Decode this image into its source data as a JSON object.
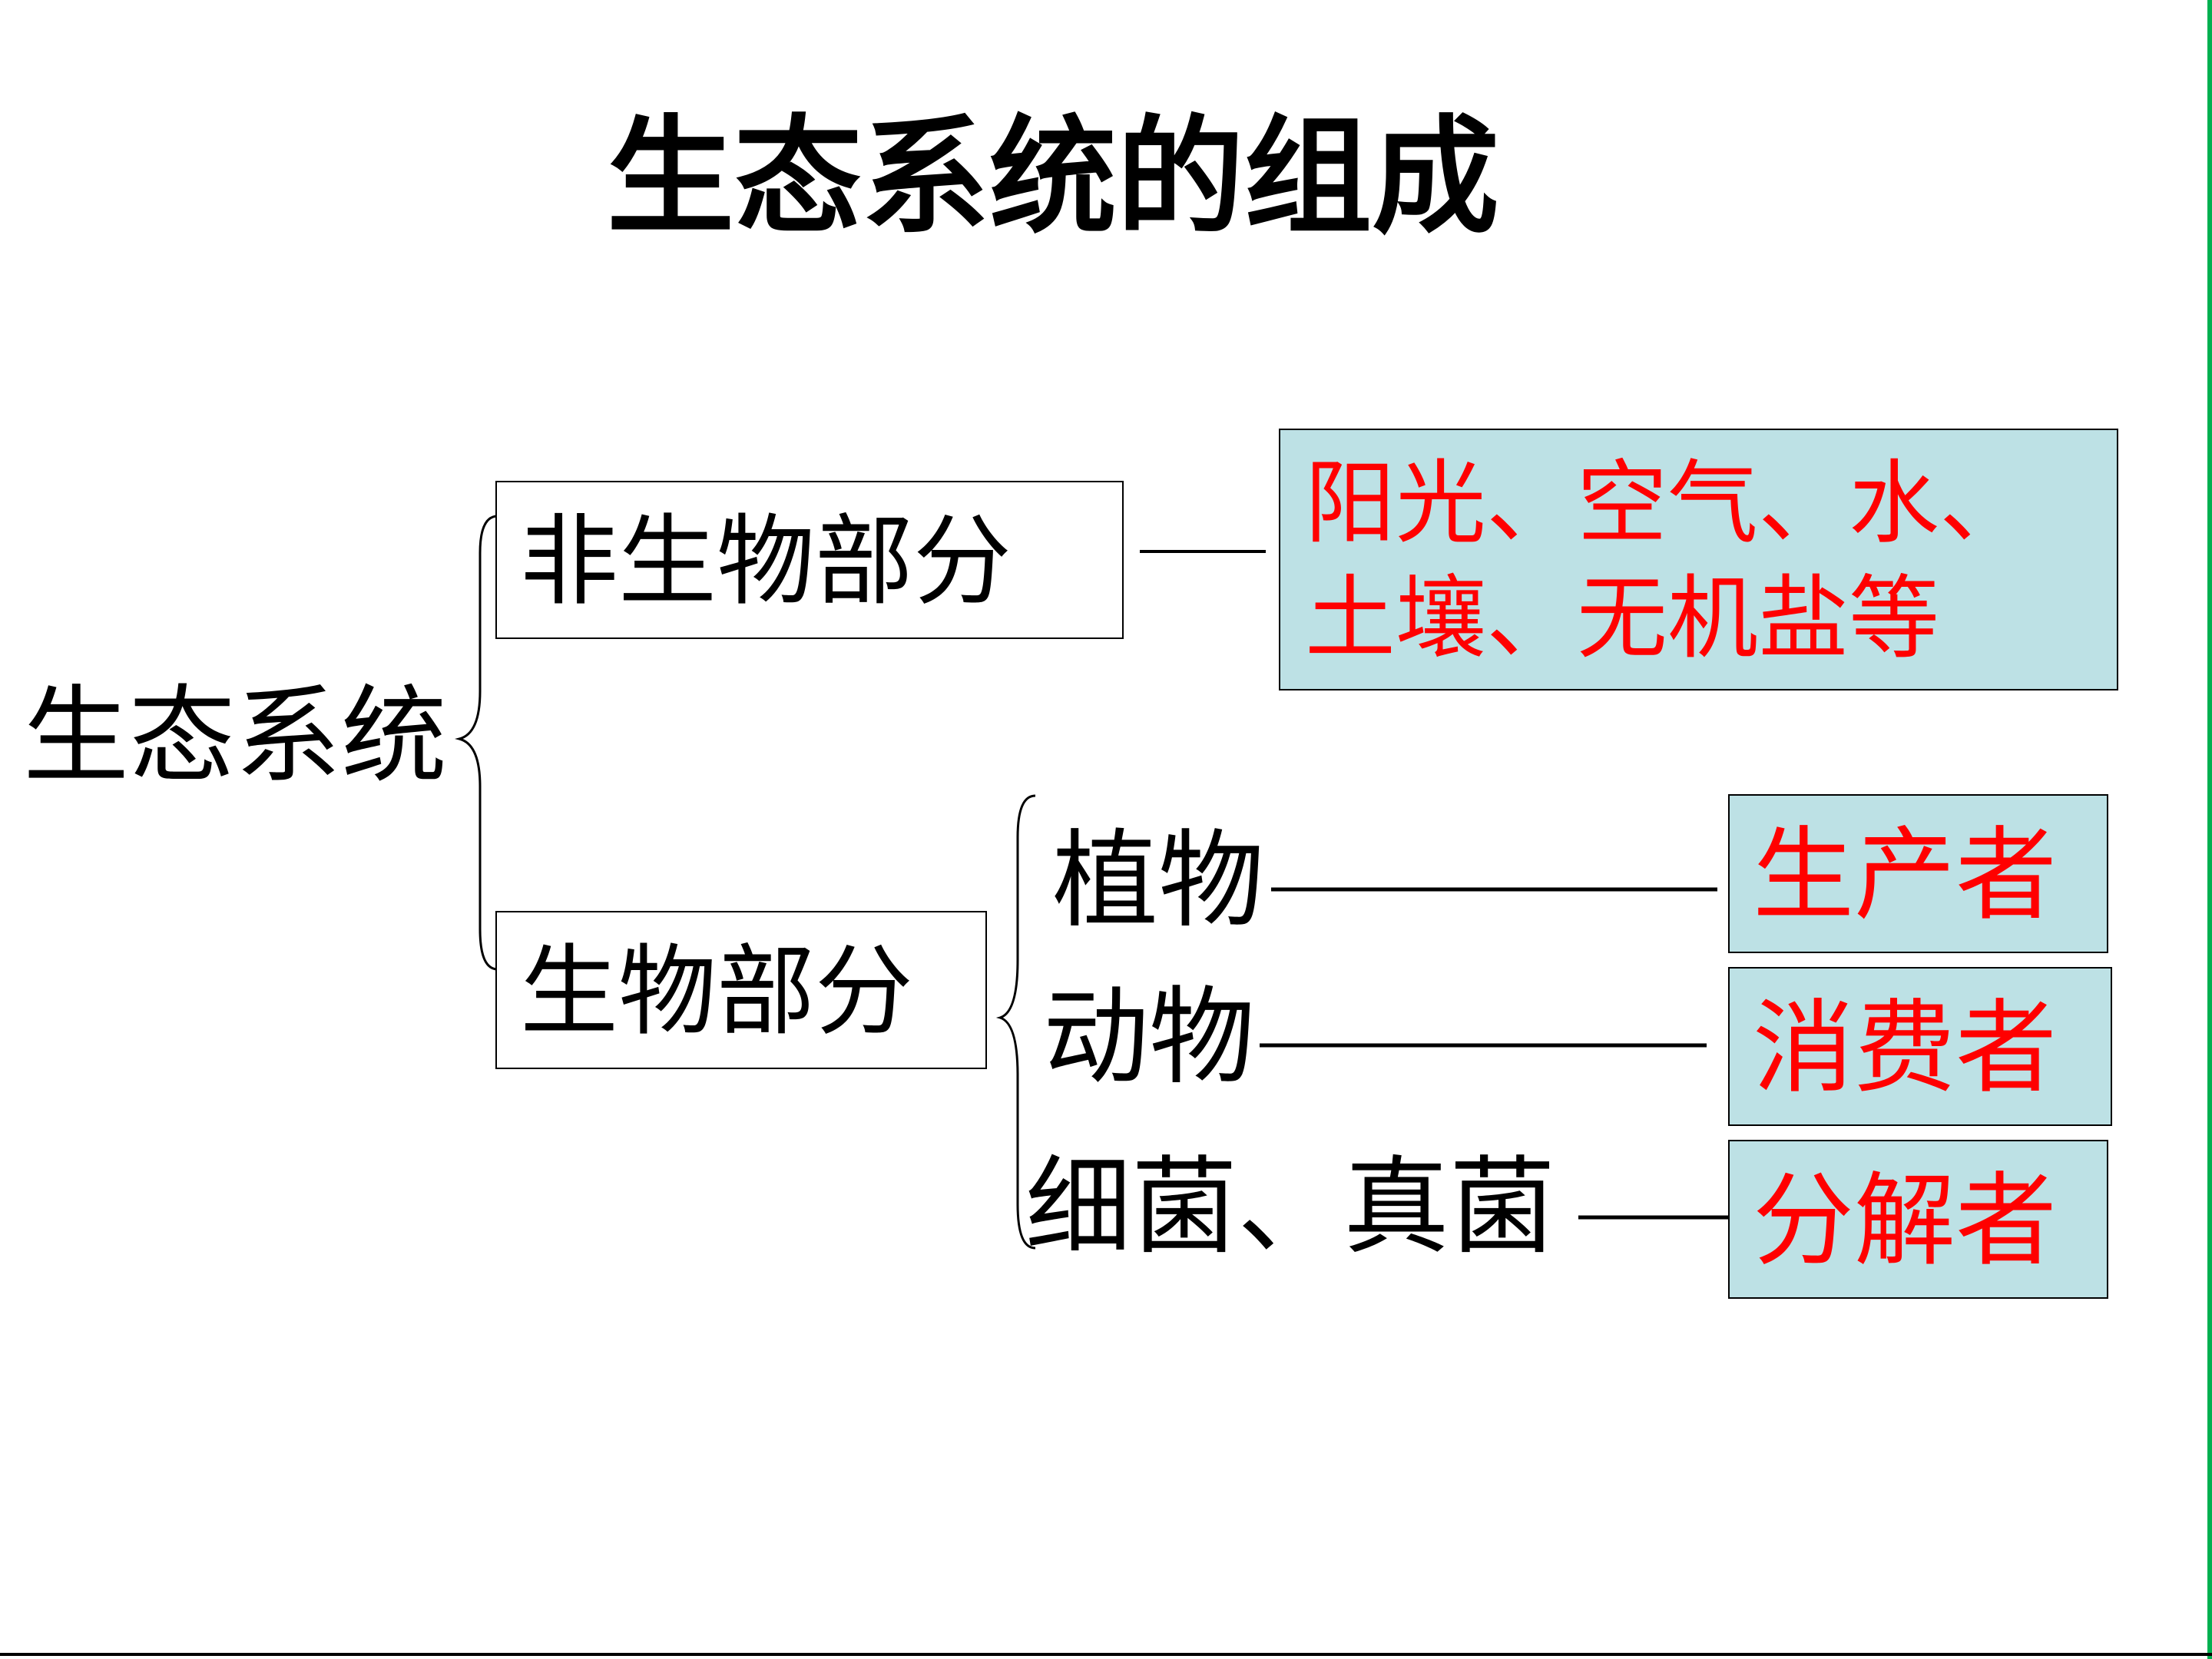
{
  "title": "生态系统的组成",
  "root": "生态系统",
  "abiotic": {
    "label": "非生物部分",
    "items_line1": "阳光、空气、水、",
    "items_line2": "土壤、无机盐等"
  },
  "biotic": {
    "label": "生物部分",
    "rows": [
      {
        "organism": "植物",
        "role": "生产者"
      },
      {
        "organism": "动物",
        "role": "消费者"
      },
      {
        "organism": "细菌、真菌",
        "role": "分解者"
      }
    ]
  },
  "colors": {
    "background": "#ffffff",
    "text": "#000000",
    "answer_text": "#ff0000",
    "answer_box_fill": "#bde1e5",
    "right_edge": "#00b050"
  }
}
